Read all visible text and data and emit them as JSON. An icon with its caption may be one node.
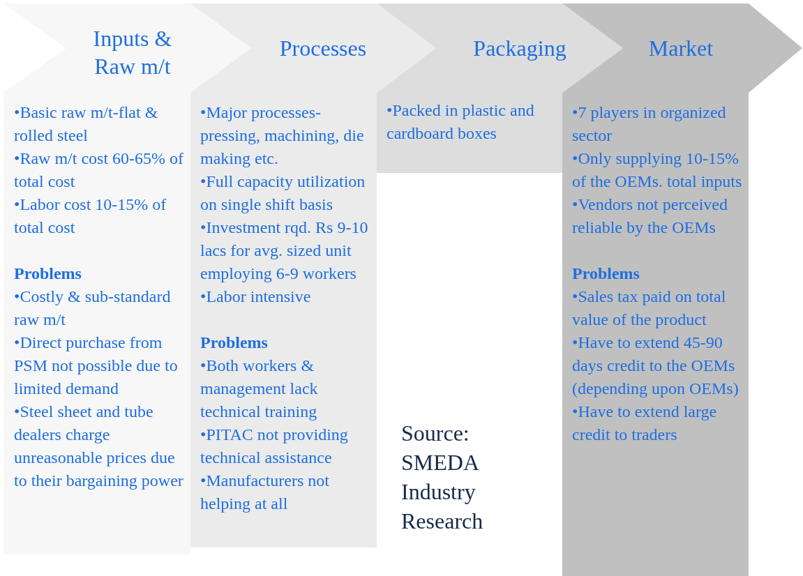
{
  "diagram": {
    "nodes": [
      {
        "text": [
          "Inputs & Raw m/t",
          "•Basic raw m/t-flat & rolled steel",
          "•Raw m/t cost 60-65% of total cost",
          "•Labor cost 10-15% of total cost",
          "Problems",
          "•Costly & sub-standard raw m/t",
          "•Direct purchase from PSM not possible due to limited demand",
          "•Steel sheet and tube dealers charge unreasonable prices due to their bargaining power"
        ]
      },
      {
        "text": [
          "Processes",
          "•Major processes-pressing, machining, die making etc.",
          "•Full capacity utilization on single shift basis",
          "•Investment rqd. Rs 9-10 lacs for avg. sized unit employing 6-9 workers",
          "•Labor intensive",
          "Problems",
          "•Both workers & management lack technical training",
          "•PITAC not providing technical assistance",
          "•Manufacturers not helping at all"
        ]
      },
      {
        "text": [
          "Packaging",
          "•Packed in plastic and cardboard boxes"
        ]
      },
      {
        "text": [
          "Market",
          "•7 players in organized sector",
          "•Only supplying 10-15% of the OEMs. total inputs",
          "•Vendors not perceived reliable by the OEMs",
          "Problems",
          "•Sales tax paid on total value of the product",
          "•Have to extend 45-90 days credit to the OEMs (depending upon OEMs)",
          "•Have to extend large credit to traders"
        ]
      }
    ],
    "labels": [
      "Source: SMEDA Industry Research"
    ]
  }
}
